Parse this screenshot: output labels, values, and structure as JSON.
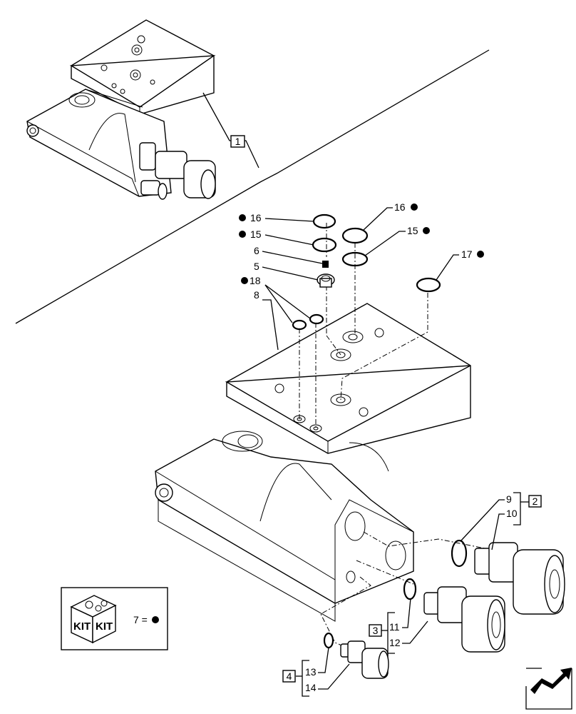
{
  "callouts": {
    "c1": "1",
    "c2": "2",
    "c3": "3",
    "c4": "4",
    "n5": "5",
    "n6": "6",
    "n8": "8",
    "n9": "9",
    "n10": "10",
    "n11": "11",
    "n12": "12",
    "n13": "13",
    "n14": "14",
    "n15a": "15",
    "n15b": "15",
    "n16a": "16",
    "n16b": "16",
    "n17": "17",
    "n18": "18"
  },
  "kit_legend": {
    "kit_left": "KIT",
    "kit_right": "KIT",
    "text": "7 ="
  },
  "nav_icon": "return-arrow-icon"
}
